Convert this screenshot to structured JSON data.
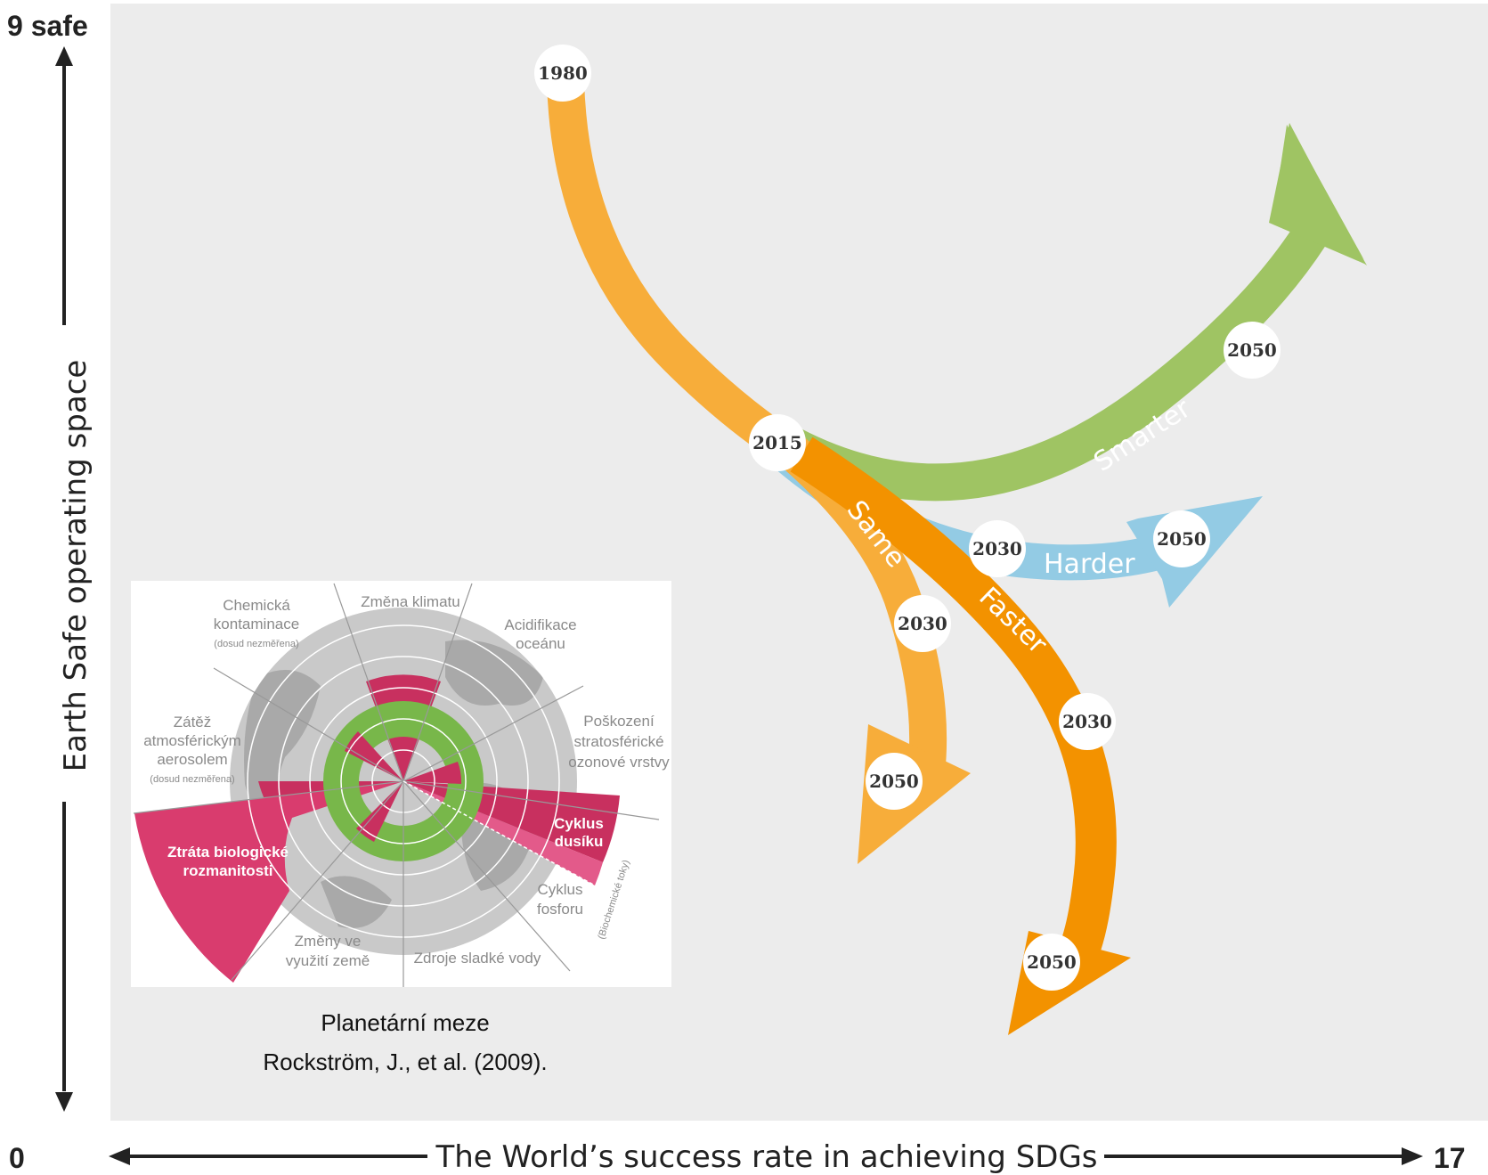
{
  "axes": {
    "y_top_label": "9 safe",
    "y_title": "Earth Safe operating space",
    "x_start": "0",
    "x_title": "The World’s success rate in achieving SDGs",
    "x_end": "17"
  },
  "trajectories": {
    "history": {
      "start_year": "1980",
      "branch_year": "2015"
    },
    "smarter": {
      "label": "Smarter",
      "year": "2050"
    },
    "harder": {
      "label": "Harder",
      "year_mid": "2030",
      "year_end": "2050"
    },
    "same": {
      "label": "Same",
      "year_mid": "2030",
      "year_end": "2050"
    },
    "faster": {
      "label": "Faster",
      "year_mid": "2030",
      "year_end": "2050"
    }
  },
  "planetary_boundaries": {
    "climate": "Změna klimatu",
    "chemical": [
      "Chemická",
      "kontaminace"
    ],
    "chemical_note": "(dosud nezměřena)",
    "acidification": [
      "Acidifikace",
      "oceánu"
    ],
    "aerosol": [
      "Zátěž",
      "atmosférickým",
      "aerosolem"
    ],
    "aerosol_note": "(dosud nezměřena)",
    "ozone": [
      "Poškození",
      "stratosférické",
      "ozonové vrstvy"
    ],
    "biodiversity": [
      "Ztráta biologické",
      "rozmanitosti"
    ],
    "nitrogen": [
      "Cyklus",
      "dusíku"
    ],
    "phosphorus": [
      "Cyklus",
      "fosforu"
    ],
    "biochemical": "(Biochemické toky)",
    "land_use": [
      "Změny ve",
      "využití země"
    ],
    "freshwater": "Zdroje sladké vody"
  },
  "caption": {
    "title": "Planetární meze",
    "source": "Rockström, J., et al. (2009)."
  },
  "colors": {
    "background_panel": "#ececec",
    "history": "#f7ad3a",
    "smarter": "#9fc463",
    "harder": "#93cbe4",
    "same": "#f7ad3a",
    "faster": "#f39200",
    "boundary_exceeded": "#c8305f",
    "boundary_safe": "#78b74a",
    "globe": "#c9c9c9"
  }
}
